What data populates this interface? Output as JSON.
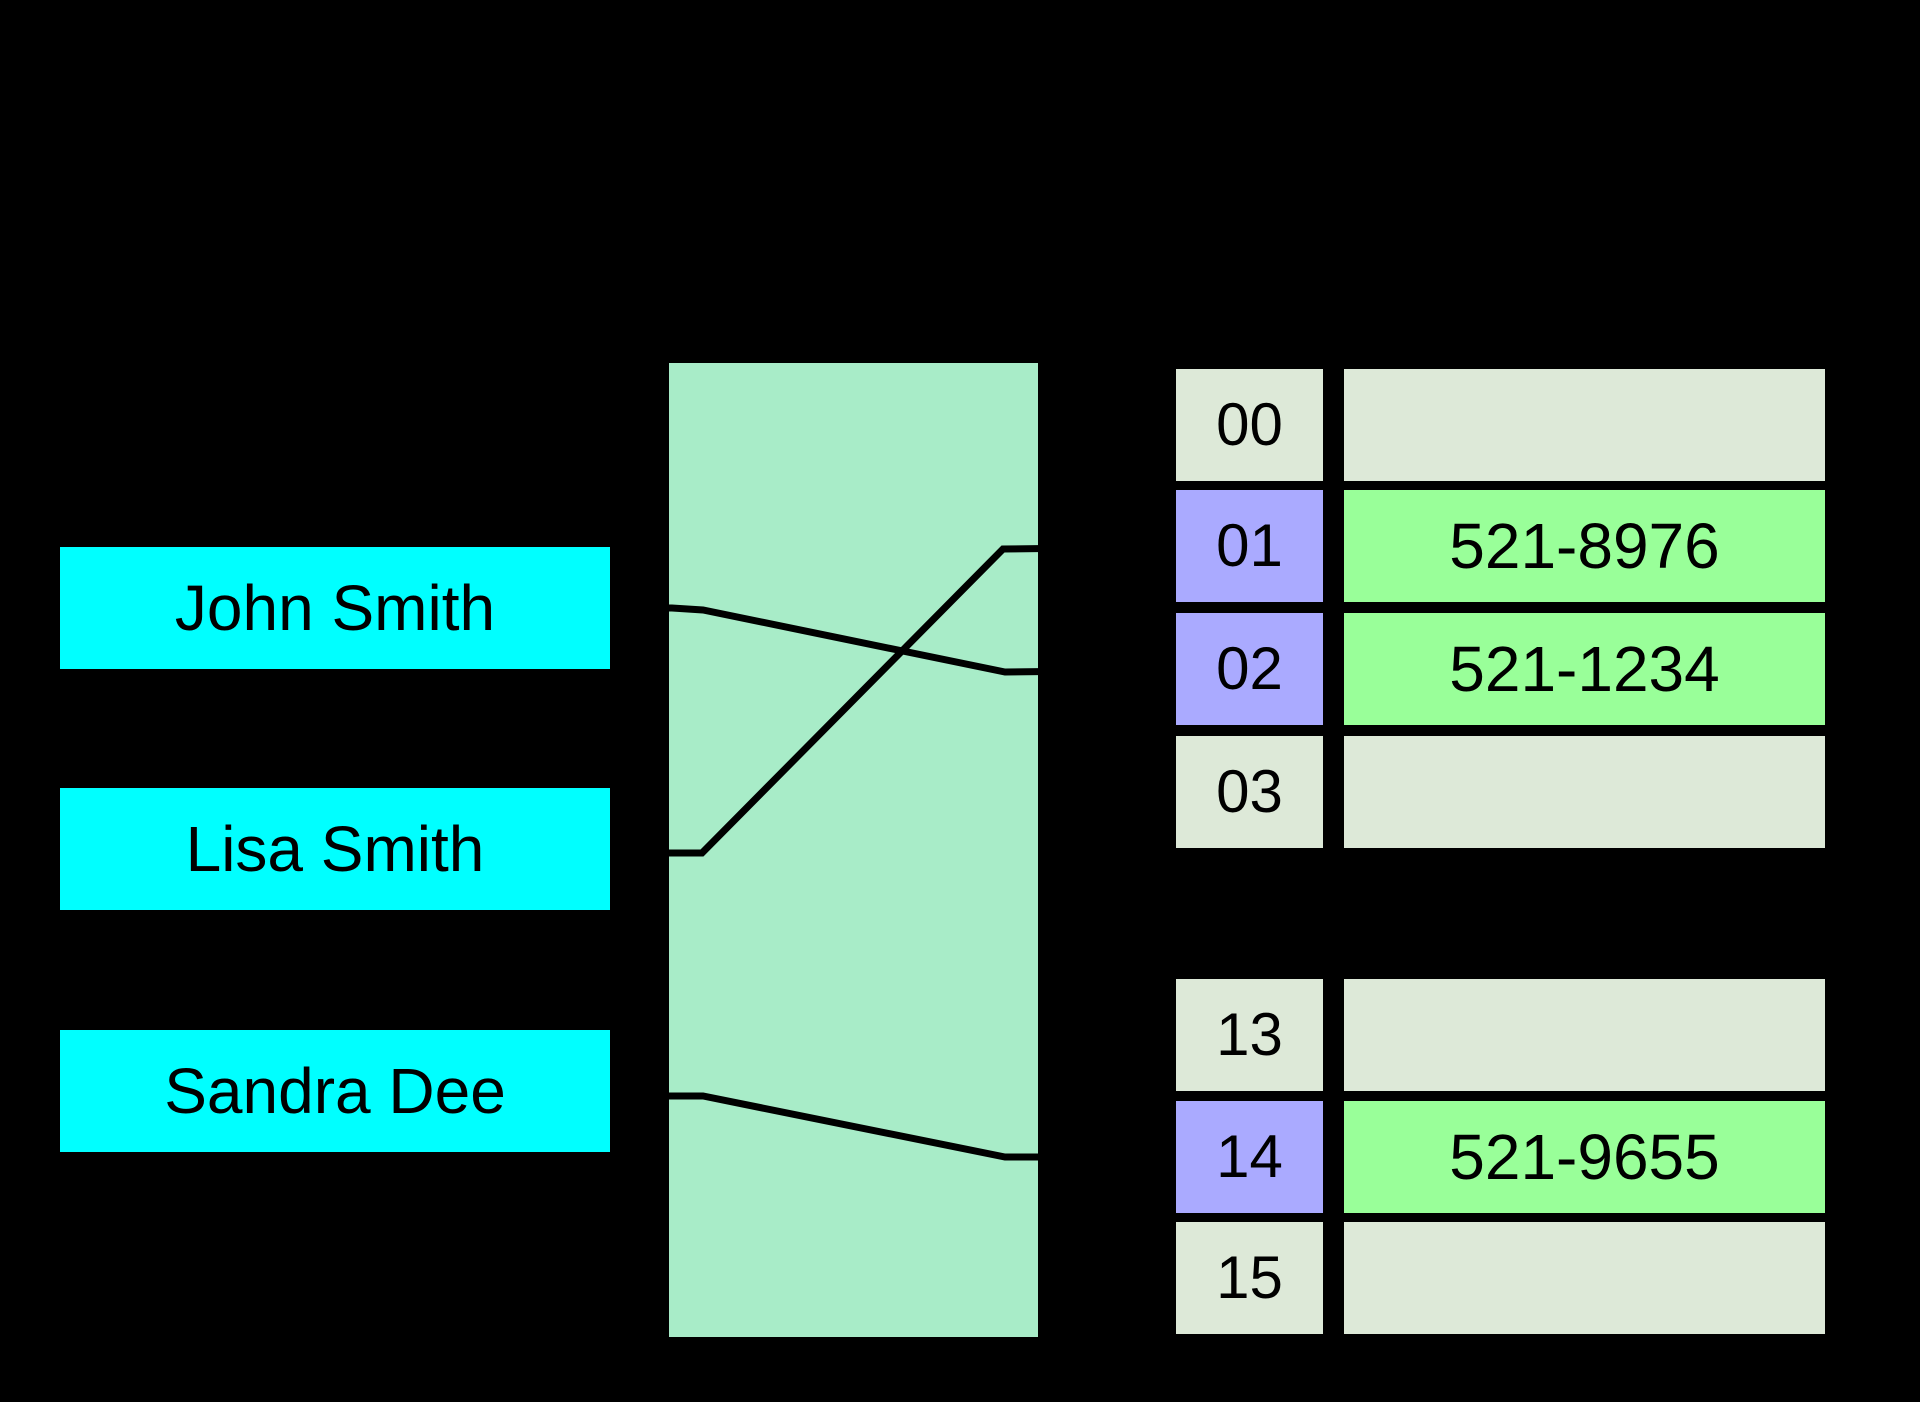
{
  "diagram": {
    "type": "hash-table",
    "keys": [
      {
        "label": "John Smith"
      },
      {
        "label": "Lisa Smith"
      },
      {
        "label": "Sandra Dee"
      }
    ],
    "buckets": [
      {
        "index": "00",
        "value": "",
        "used": false
      },
      {
        "index": "01",
        "value": "521-8976",
        "used": true
      },
      {
        "index": "02",
        "value": "521-1234",
        "used": true
      },
      {
        "index": "03",
        "value": "",
        "used": false
      },
      {
        "index": "13",
        "value": "",
        "used": false
      },
      {
        "index": "14",
        "value": "521-9655",
        "used": true
      },
      {
        "index": "15",
        "value": "",
        "used": false
      }
    ],
    "mappings": [
      {
        "from": "John Smith",
        "to": "02"
      },
      {
        "from": "Lisa Smith",
        "to": "01"
      },
      {
        "from": "Sandra Dee",
        "to": "14"
      }
    ],
    "colors": {
      "background": "#000000",
      "key_fill": "#00ffff",
      "hash_box_fill": "#a8ecc8",
      "bucket_used_fill": "#aaaaff",
      "bucket_empty_fill": "#dde9d8",
      "value_filled_fill": "#99ff99",
      "value_empty_fill": "#dde9d8",
      "line": "#000000",
      "text": "#000000"
    }
  }
}
